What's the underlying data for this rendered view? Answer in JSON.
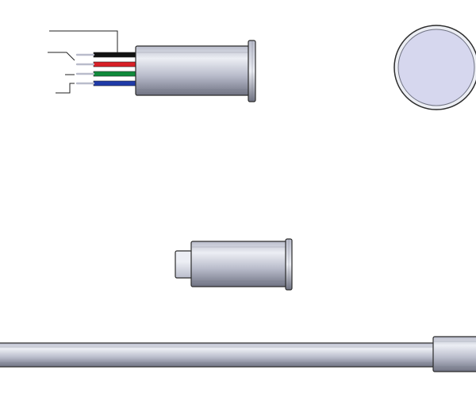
{
  "drawing": {
    "background": "#ffffff",
    "body_metal_light": "#eceef4",
    "body_metal_mid": "#b9bccb",
    "body_metal_dark": "#6f7282",
    "outline": "#2b2b2b",
    "end_face_fill": "#d6d7ee",
    "leader_line_color": "#222222",
    "wire_colors": [
      "#111111",
      "#d81f26",
      "#0f8a3b",
      "#1f3aa8"
    ],
    "wire_names": [
      "black",
      "red",
      "green",
      "blue"
    ],
    "views": [
      {
        "name": "side-view-with-wires",
        "wire_count": 4
      },
      {
        "name": "end-view"
      },
      {
        "name": "side-view-with-plunger"
      },
      {
        "name": "long-rod-view"
      }
    ]
  }
}
